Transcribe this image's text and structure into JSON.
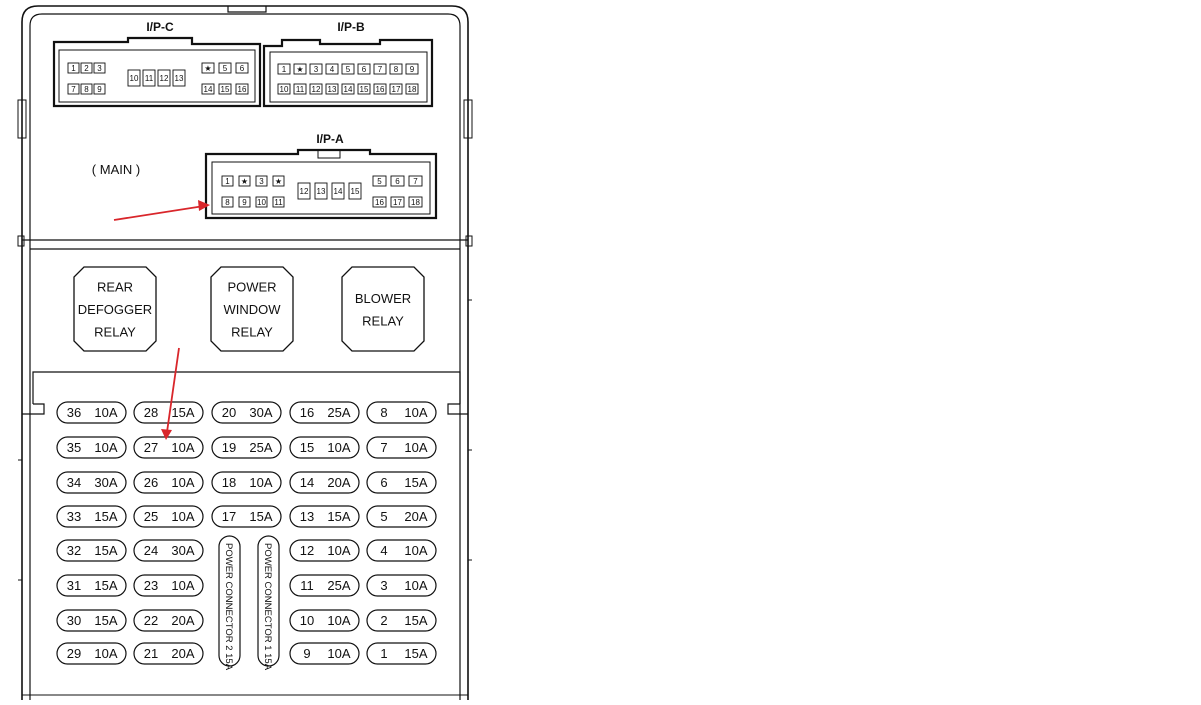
{
  "connectors": {
    "ipc": {
      "title": "I/P-C",
      "row1_left": [
        "1",
        "2",
        "3"
      ],
      "row2_left": [
        "7",
        "8",
        "9"
      ],
      "middle": [
        "10",
        "11",
        "12",
        "13"
      ],
      "row1_right": [
        "★",
        "5",
        "6"
      ],
      "row2_right": [
        "14",
        "15",
        "16"
      ]
    },
    "ipb": {
      "title": "I/P-B",
      "row1": [
        "1",
        "★",
        "3",
        "4",
        "5",
        "6",
        "7",
        "8",
        "9"
      ],
      "row2": [
        "10",
        "11",
        "12",
        "13",
        "14",
        "15",
        "16",
        "17",
        "18"
      ]
    },
    "ipa": {
      "title": "I/P-A",
      "row1_left": [
        "1",
        "★",
        "3",
        "★"
      ],
      "row2_left": [
        "8",
        "9",
        "10",
        "11"
      ],
      "middle": [
        "12",
        "13",
        "14",
        "15"
      ],
      "row1_right": [
        "5",
        "6",
        "7"
      ],
      "row2_right": [
        "16",
        "17",
        "18"
      ]
    }
  },
  "main_label": "( MAIN )",
  "relays": [
    {
      "lines": [
        "REAR",
        "DEFOGGER",
        "RELAY"
      ]
    },
    {
      "lines": [
        "POWER",
        "WINDOW",
        "RELAY"
      ]
    },
    {
      "lines": [
        "BLOWER",
        "RELAY"
      ]
    }
  ],
  "fuse_columns": [
    [
      {
        "num": "36",
        "amp": "10A"
      },
      {
        "num": "35",
        "amp": "10A"
      },
      {
        "num": "34",
        "amp": "30A"
      },
      {
        "num": "33",
        "amp": "15A"
      },
      {
        "num": "32",
        "amp": "15A"
      },
      {
        "num": "31",
        "amp": "15A"
      },
      {
        "num": "30",
        "amp": "15A"
      },
      {
        "num": "29",
        "amp": "10A"
      }
    ],
    [
      {
        "num": "28",
        "amp": "15A"
      },
      {
        "num": "27",
        "amp": "10A"
      },
      {
        "num": "26",
        "amp": "10A"
      },
      {
        "num": "25",
        "amp": "10A"
      },
      {
        "num": "24",
        "amp": "30A"
      },
      {
        "num": "23",
        "amp": "10A"
      },
      {
        "num": "22",
        "amp": "20A"
      },
      {
        "num": "21",
        "amp": "20A"
      }
    ],
    [
      {
        "num": "20",
        "amp": "30A"
      },
      {
        "num": "19",
        "amp": "25A"
      },
      {
        "num": "18",
        "amp": "10A"
      },
      {
        "num": "17",
        "amp": "15A"
      }
    ],
    [
      {
        "num": "16",
        "amp": "25A"
      },
      {
        "num": "15",
        "amp": "10A"
      },
      {
        "num": "14",
        "amp": "20A"
      },
      {
        "num": "13",
        "amp": "15A"
      },
      {
        "num": "12",
        "amp": "10A"
      },
      {
        "num": "11",
        "amp": "25A"
      },
      {
        "num": "10",
        "amp": "10A"
      },
      {
        "num": "9",
        "amp": "10A"
      }
    ],
    [
      {
        "num": "8",
        "amp": "10A"
      },
      {
        "num": "7",
        "amp": "10A"
      },
      {
        "num": "6",
        "amp": "15A"
      },
      {
        "num": "5",
        "amp": "20A"
      },
      {
        "num": "4",
        "amp": "10A"
      },
      {
        "num": "3",
        "amp": "10A"
      },
      {
        "num": "2",
        "amp": "15A"
      },
      {
        "num": "1",
        "amp": "15A"
      }
    ]
  ],
  "power_connectors": [
    {
      "label": "POWER CONNECTOR 2 15A"
    },
    {
      "label": "POWER CONNECTOR 1 15A"
    }
  ],
  "colors": {
    "line": "#111111",
    "arrow": "#d9262b",
    "background": "#ffffff"
  }
}
